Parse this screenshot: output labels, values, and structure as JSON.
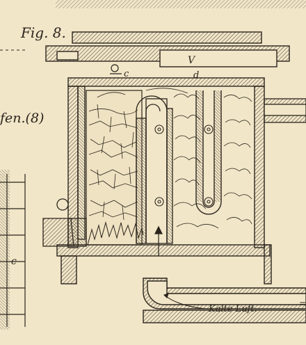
{
  "figure": {
    "title": "Fig. 8.",
    "side_caption": "fen.(8)",
    "left_fragment_label": "c"
  },
  "labels": {
    "V": "V",
    "c": "c",
    "d": "d",
    "kalte_luft": "Kalte Luft."
  },
  "colors": {
    "paper": "#f1e6c8",
    "ink": "#2a241c",
    "hatch": "#5a4f3f"
  }
}
